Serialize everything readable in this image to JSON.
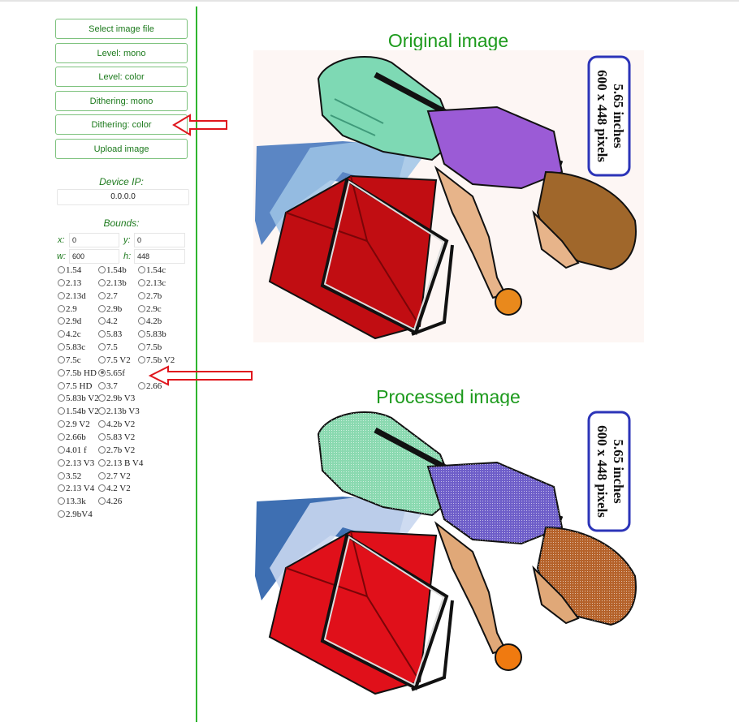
{
  "sidebar": {
    "buttons": [
      {
        "label": "Select image file"
      },
      {
        "label": "Level: mono"
      },
      {
        "label": "Level: color"
      },
      {
        "label": "Dithering: mono"
      },
      {
        "label": "Dithering: color"
      },
      {
        "label": "Upload image"
      }
    ],
    "device_ip_label": "Device IP:",
    "device_ip_value": "0.0.0.0",
    "bounds_label": "Bounds:",
    "bounds": {
      "x_label": "x:",
      "x_value": "0",
      "y_label": "y:",
      "y_value": "0",
      "w_label": "w:",
      "w_value": "600",
      "h_label": "h:",
      "h_value": "448"
    },
    "display_options": [
      [
        "1.54",
        "1.54b",
        "1.54c"
      ],
      [
        "2.13",
        "2.13b",
        "2.13c"
      ],
      [
        "2.13d",
        "2.7",
        "2.7b"
      ],
      [
        "2.9",
        "2.9b",
        "2.9c"
      ],
      [
        "2.9d",
        "4.2",
        "4.2b"
      ],
      [
        "4.2c",
        "5.83",
        "5.83b"
      ],
      [
        "5.83c",
        "7.5",
        "7.5b"
      ],
      [
        "7.5c",
        "7.5 V2",
        "7.5b V2"
      ],
      [
        "7.5b HD",
        "5.65f"
      ],
      [
        "7.5 HD",
        "3.7",
        "2.66"
      ],
      [
        "5.83b V2",
        "2.9b V3"
      ],
      [
        "1.54b V2",
        "2.13b V3"
      ],
      [
        "2.9 V2",
        "4.2b V2"
      ],
      [
        "2.66b",
        "5.83 V2"
      ],
      [
        "4.01 f",
        "2.7b V2"
      ],
      [
        "2.13 V3",
        "2.13 B V4"
      ],
      [
        "3.52",
        "2.7 V2"
      ],
      [
        "2.13 V4",
        "4.2 V2"
      ],
      [
        "13.3k",
        "4.26"
      ],
      [
        "2.9bV4"
      ]
    ],
    "selected_option": "5.65f"
  },
  "main": {
    "original_heading": "Original image",
    "processed_heading": "Processed image",
    "image_label_line1": "5.65 inches",
    "image_label_line2": "600 x 448 pixels"
  },
  "colors": {
    "accent_green": "#1c9a1c",
    "divider_green": "#2fb52f",
    "annotation_red": "#e0161d",
    "label_border_blue": "#2c34b8"
  }
}
